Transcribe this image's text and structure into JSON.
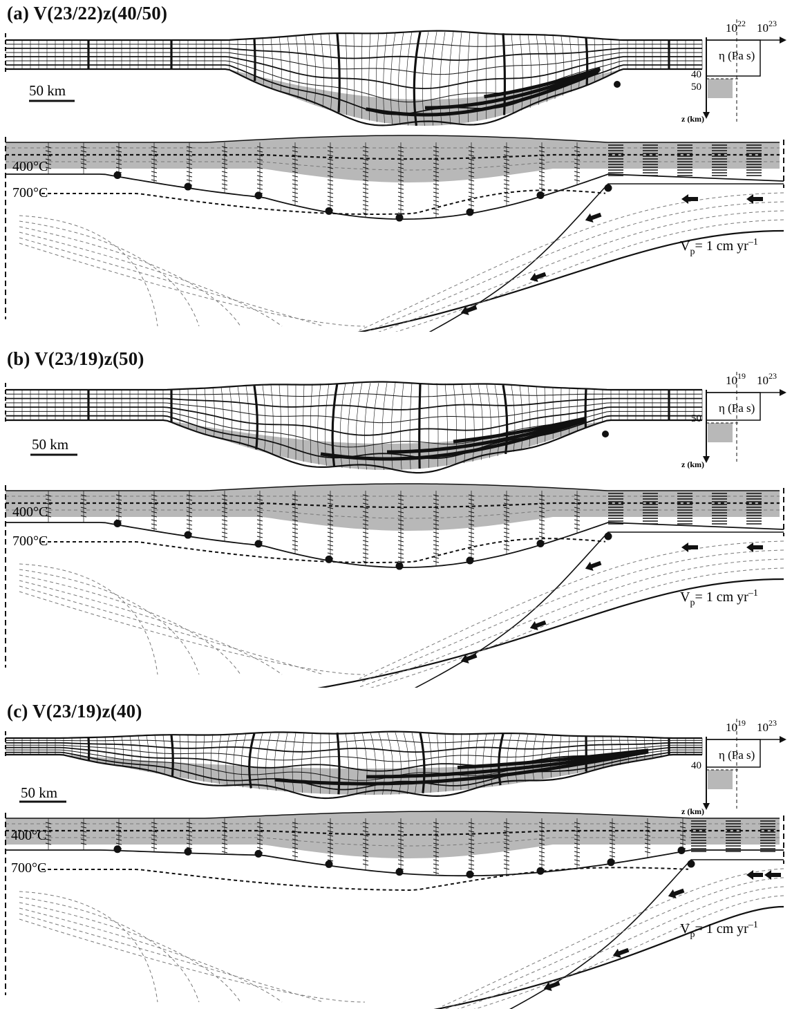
{
  "panels": [
    {
      "title": "(a) V(23/22)z(40/50)",
      "scale_bar": "50 km",
      "viscosity_inset": {
        "axis_label": "η (Pa s)",
        "z_axis_label": "z (km)",
        "top_ticks": [
          "10",
          "10"
        ],
        "top_exps": [
          "22",
          "23"
        ],
        "depth_ticks": [
          "40",
          "50"
        ]
      },
      "isotherms": [
        "400°C",
        "700°C"
      ],
      "plate_velocity": {
        "base": "V",
        "sub": "p",
        "rest": "= 1 cm yr",
        "sup": "–1"
      }
    },
    {
      "title": "(b) V(23/19)z(50)",
      "scale_bar": "50 km",
      "viscosity_inset": {
        "axis_label": "η (Pa s)",
        "z_axis_label": "z (km)",
        "top_ticks": [
          "10",
          "10"
        ],
        "top_exps": [
          "19",
          "23"
        ],
        "depth_ticks": [
          "50"
        ]
      },
      "isotherms": [
        "400°C",
        "700°C"
      ],
      "plate_velocity": {
        "base": "V",
        "sub": "p",
        "rest": "= 1 cm yr",
        "sup": "–1"
      }
    },
    {
      "title": "(c) V(23/19)z(40)",
      "scale_bar": "50 km",
      "viscosity_inset": {
        "axis_label": "η (Pa s)",
        "z_axis_label": "z (km)",
        "top_ticks": [
          "10",
          "10"
        ],
        "top_exps": [
          "19",
          "23"
        ],
        "depth_ticks": [
          "40"
        ]
      },
      "isotherms": [
        "400°C",
        "700°C"
      ],
      "plate_velocity": {
        "base": "V",
        "sub": "p",
        "rest": "= 1 cm yr",
        "sup": "–1"
      }
    }
  ],
  "colors": {
    "ink": "#111111",
    "shade": "#b8b8b8",
    "dark_shade": "#6e6e6e",
    "dashed": "#777777"
  }
}
